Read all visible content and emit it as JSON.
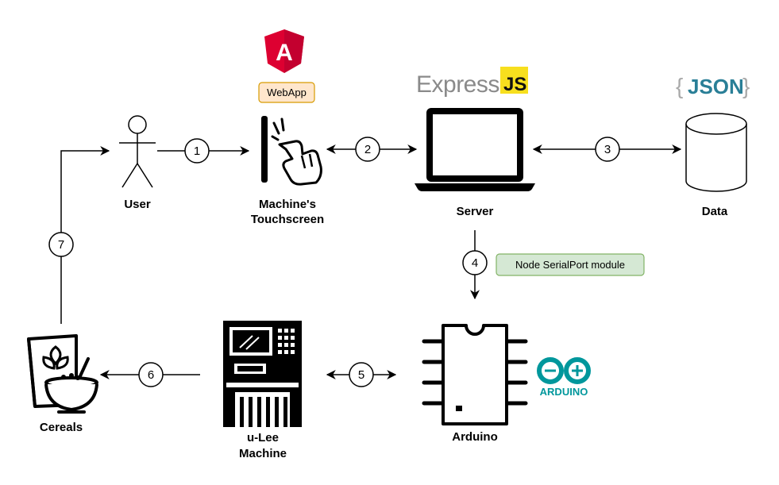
{
  "nodes": {
    "user": "User",
    "touchscreen_line1": "Machine's",
    "touchscreen_line2": "Touchscreen",
    "server": "Server",
    "data": "Data",
    "arduino": "Arduino",
    "machine_line1": "u-Lee",
    "machine_line2": "Machine",
    "cereals": "Cereals"
  },
  "tags": {
    "webapp": "WebApp",
    "serialport": "Node SerialPort module"
  },
  "logos": {
    "angular": "A",
    "express": "Express",
    "js": "JS",
    "json_open": "{",
    "json": "JSON",
    "json_close": "}",
    "arduino": "ARDUINO"
  },
  "steps": [
    "1",
    "2",
    "3",
    "4",
    "5",
    "6",
    "7"
  ],
  "icons": {
    "user": "person-icon",
    "touchscreen": "touchscreen-icon",
    "server": "laptop-icon",
    "data": "database-icon",
    "arduino": "chip-icon",
    "machine": "vending-machine-icon",
    "cereals": "cereal-box-icon"
  },
  "colors": {
    "webapp_fill": "#ffe6cc",
    "webapp_stroke": "#d79b00",
    "serialport_fill": "#d5e8d4",
    "serialport_stroke": "#82b366",
    "angular_red": "#dd0031",
    "js_yellow": "#f7df1e",
    "json_blue": "#2a7f97",
    "arduino_teal": "#00979c"
  }
}
